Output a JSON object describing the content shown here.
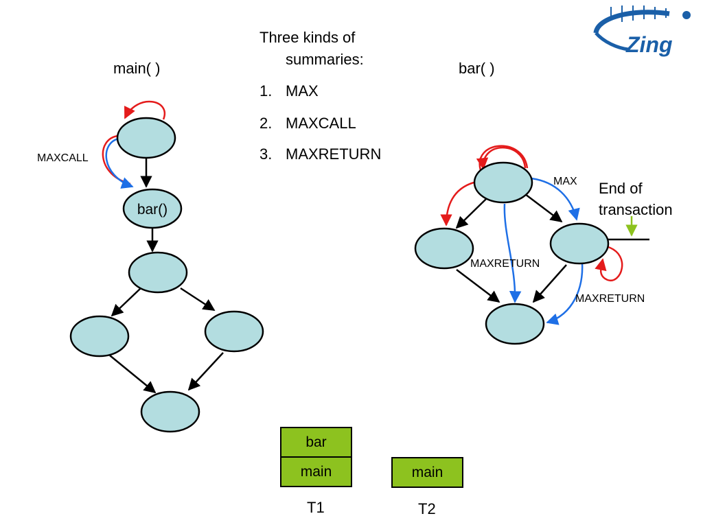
{
  "logo": {
    "text": "Zing"
  },
  "summaries": {
    "heading_line1": "Three kinds of",
    "heading_line2": "summaries:",
    "items": [
      {
        "num": "1.",
        "label": "MAX"
      },
      {
        "num": "2.",
        "label": "MAXCALL"
      },
      {
        "num": "3.",
        "label": "MAXRETURN"
      }
    ]
  },
  "main_graph": {
    "title": "main( )",
    "call_node_label": "bar()",
    "edge_label": "MAXCALL"
  },
  "bar_graph": {
    "title": "bar( )",
    "max_label": "MAX",
    "maxreturn_label_1": "MAXRETURN",
    "maxreturn_label_2": "MAXRETURN",
    "end_line1": "End of",
    "end_line2": "transaction"
  },
  "stacks": {
    "t1": {
      "top": "bar",
      "bottom": "main",
      "label": "T1"
    },
    "t2": {
      "bottom": "main",
      "label": "T2"
    }
  },
  "colors": {
    "node_fill": "#b3dde0",
    "red": "#e41b1b",
    "blue": "#1e6fe6",
    "green_arrow": "#8dc21f",
    "stack_fill": "#8dc21f",
    "logo_blue": "#1a5fa8"
  }
}
